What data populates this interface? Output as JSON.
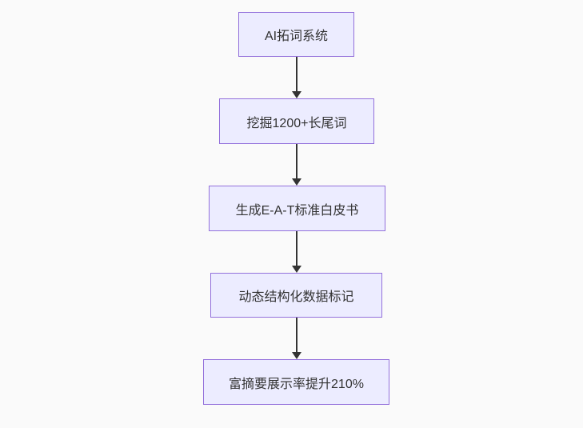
{
  "diagram": {
    "type": "flowchart-top-down",
    "colors": {
      "node_fill": "#ECECFF",
      "node_border": "#9370DB",
      "text": "#333333",
      "arrow": "#333333",
      "background": "#fafafa"
    },
    "nodes": [
      {
        "label": "AI拓词系统"
      },
      {
        "label": "挖掘1200+长尾词"
      },
      {
        "label": "生成E-A-T标准白皮书"
      },
      {
        "label": "动态结构化数据标记"
      },
      {
        "label": "富摘要展示率提升210%"
      }
    ],
    "edges": [
      {
        "from": 0,
        "to": 1
      },
      {
        "from": 1,
        "to": 2
      },
      {
        "from": 2,
        "to": 3
      },
      {
        "from": 3,
        "to": 4
      }
    ]
  }
}
